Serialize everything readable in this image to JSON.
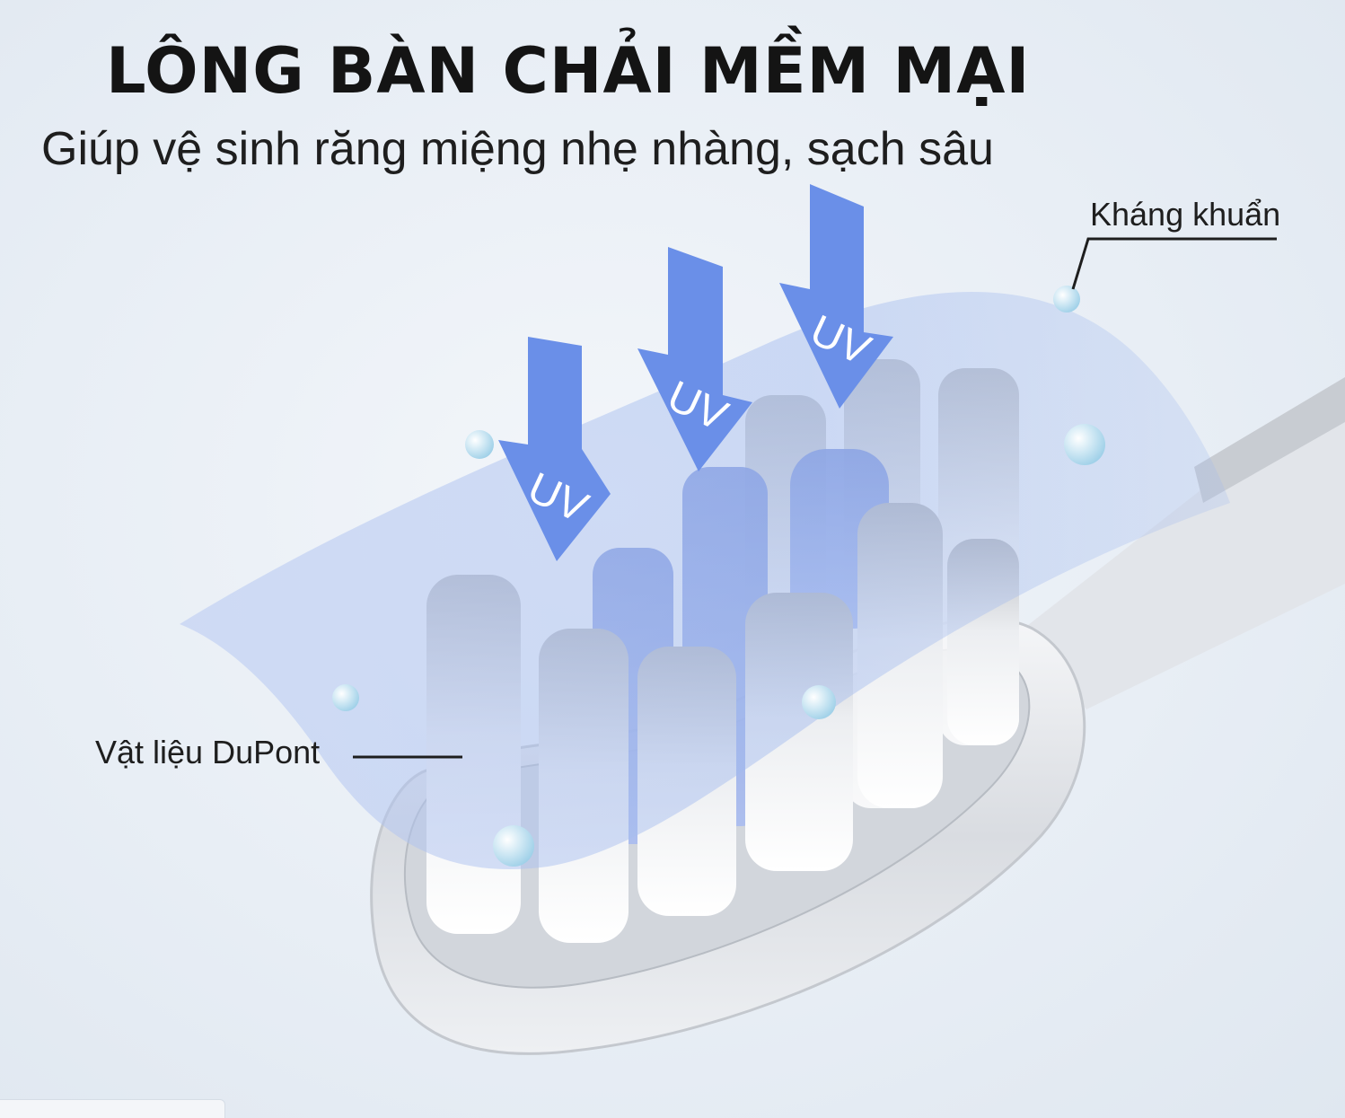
{
  "headline": "LÔNG BÀN CHẢI MỀM MẠI",
  "subheadline": "Giúp vệ sinh răng miệng nhẹ nhàng, sạch sâu",
  "callouts": {
    "antibacterial": "Kháng khuẩn",
    "material": "Vật liệu DuPont"
  },
  "uv_label": "UV",
  "colors": {
    "uv_arrow": "#6a8fe8",
    "shield": "#9fb8ee",
    "handle": "#c9cdd3",
    "bubble": "#bfe0f0"
  },
  "icons": [
    "uv-arrow-icon",
    "bubble-icon",
    "toothbrush-head-illustration"
  ]
}
